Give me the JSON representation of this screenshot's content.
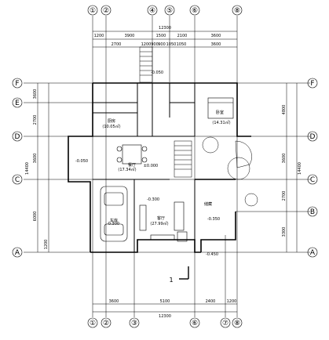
{
  "axes_top": [
    "①",
    "②",
    "④",
    "⑤",
    "⑥",
    "⑧"
  ],
  "axes_bottom": [
    "①",
    "②",
    "③",
    "⑥",
    "⑦",
    "⑧"
  ],
  "axes_left": [
    "F",
    "E",
    "D",
    "C",
    "A"
  ],
  "axes_right": [
    "F",
    "D",
    "C",
    "B",
    "A"
  ],
  "dims_top": {
    "total": "12300",
    "row1": [
      "1200",
      "3900",
      "1500",
      "2100",
      "3600"
    ],
    "row2": [
      "2700",
      "1200",
      "900",
      "900",
      "1050",
      "1050",
      "3600"
    ]
  },
  "dims_bottom": {
    "row1": [
      "3600",
      "5100",
      "2400",
      "1200"
    ],
    "total": "12300"
  },
  "dims_left": [
    "3600",
    "2700",
    "3600",
    "6000",
    "1200"
  ],
  "dims_left_total": "14400",
  "dims_right": [
    "4800",
    "3600",
    "2700",
    "3300"
  ],
  "dims_right_total": "14400",
  "rooms": [
    {
      "name": "Kitchen",
      "label": "厨房",
      "area": "(10.05㎡)"
    },
    {
      "name": "Restaurant",
      "label": "餐厅",
      "area": "(17.34㎡)"
    },
    {
      "name": "Bedroom",
      "label": "卧室",
      "area": "(14.31㎡)"
    },
    {
      "name": "Living",
      "label": "客厅",
      "area": "(27.99㎡)"
    },
    {
      "name": "Garage",
      "label": "车库",
      "area": ""
    },
    {
      "name": "Storage",
      "label": "储藏",
      "area": ""
    }
  ],
  "levels": [
    "±0.000",
    "-0.050",
    "-0.300",
    "-0.300",
    "-0.350",
    "-0.450",
    "-0.050"
  ],
  "section_mark": "1"
}
